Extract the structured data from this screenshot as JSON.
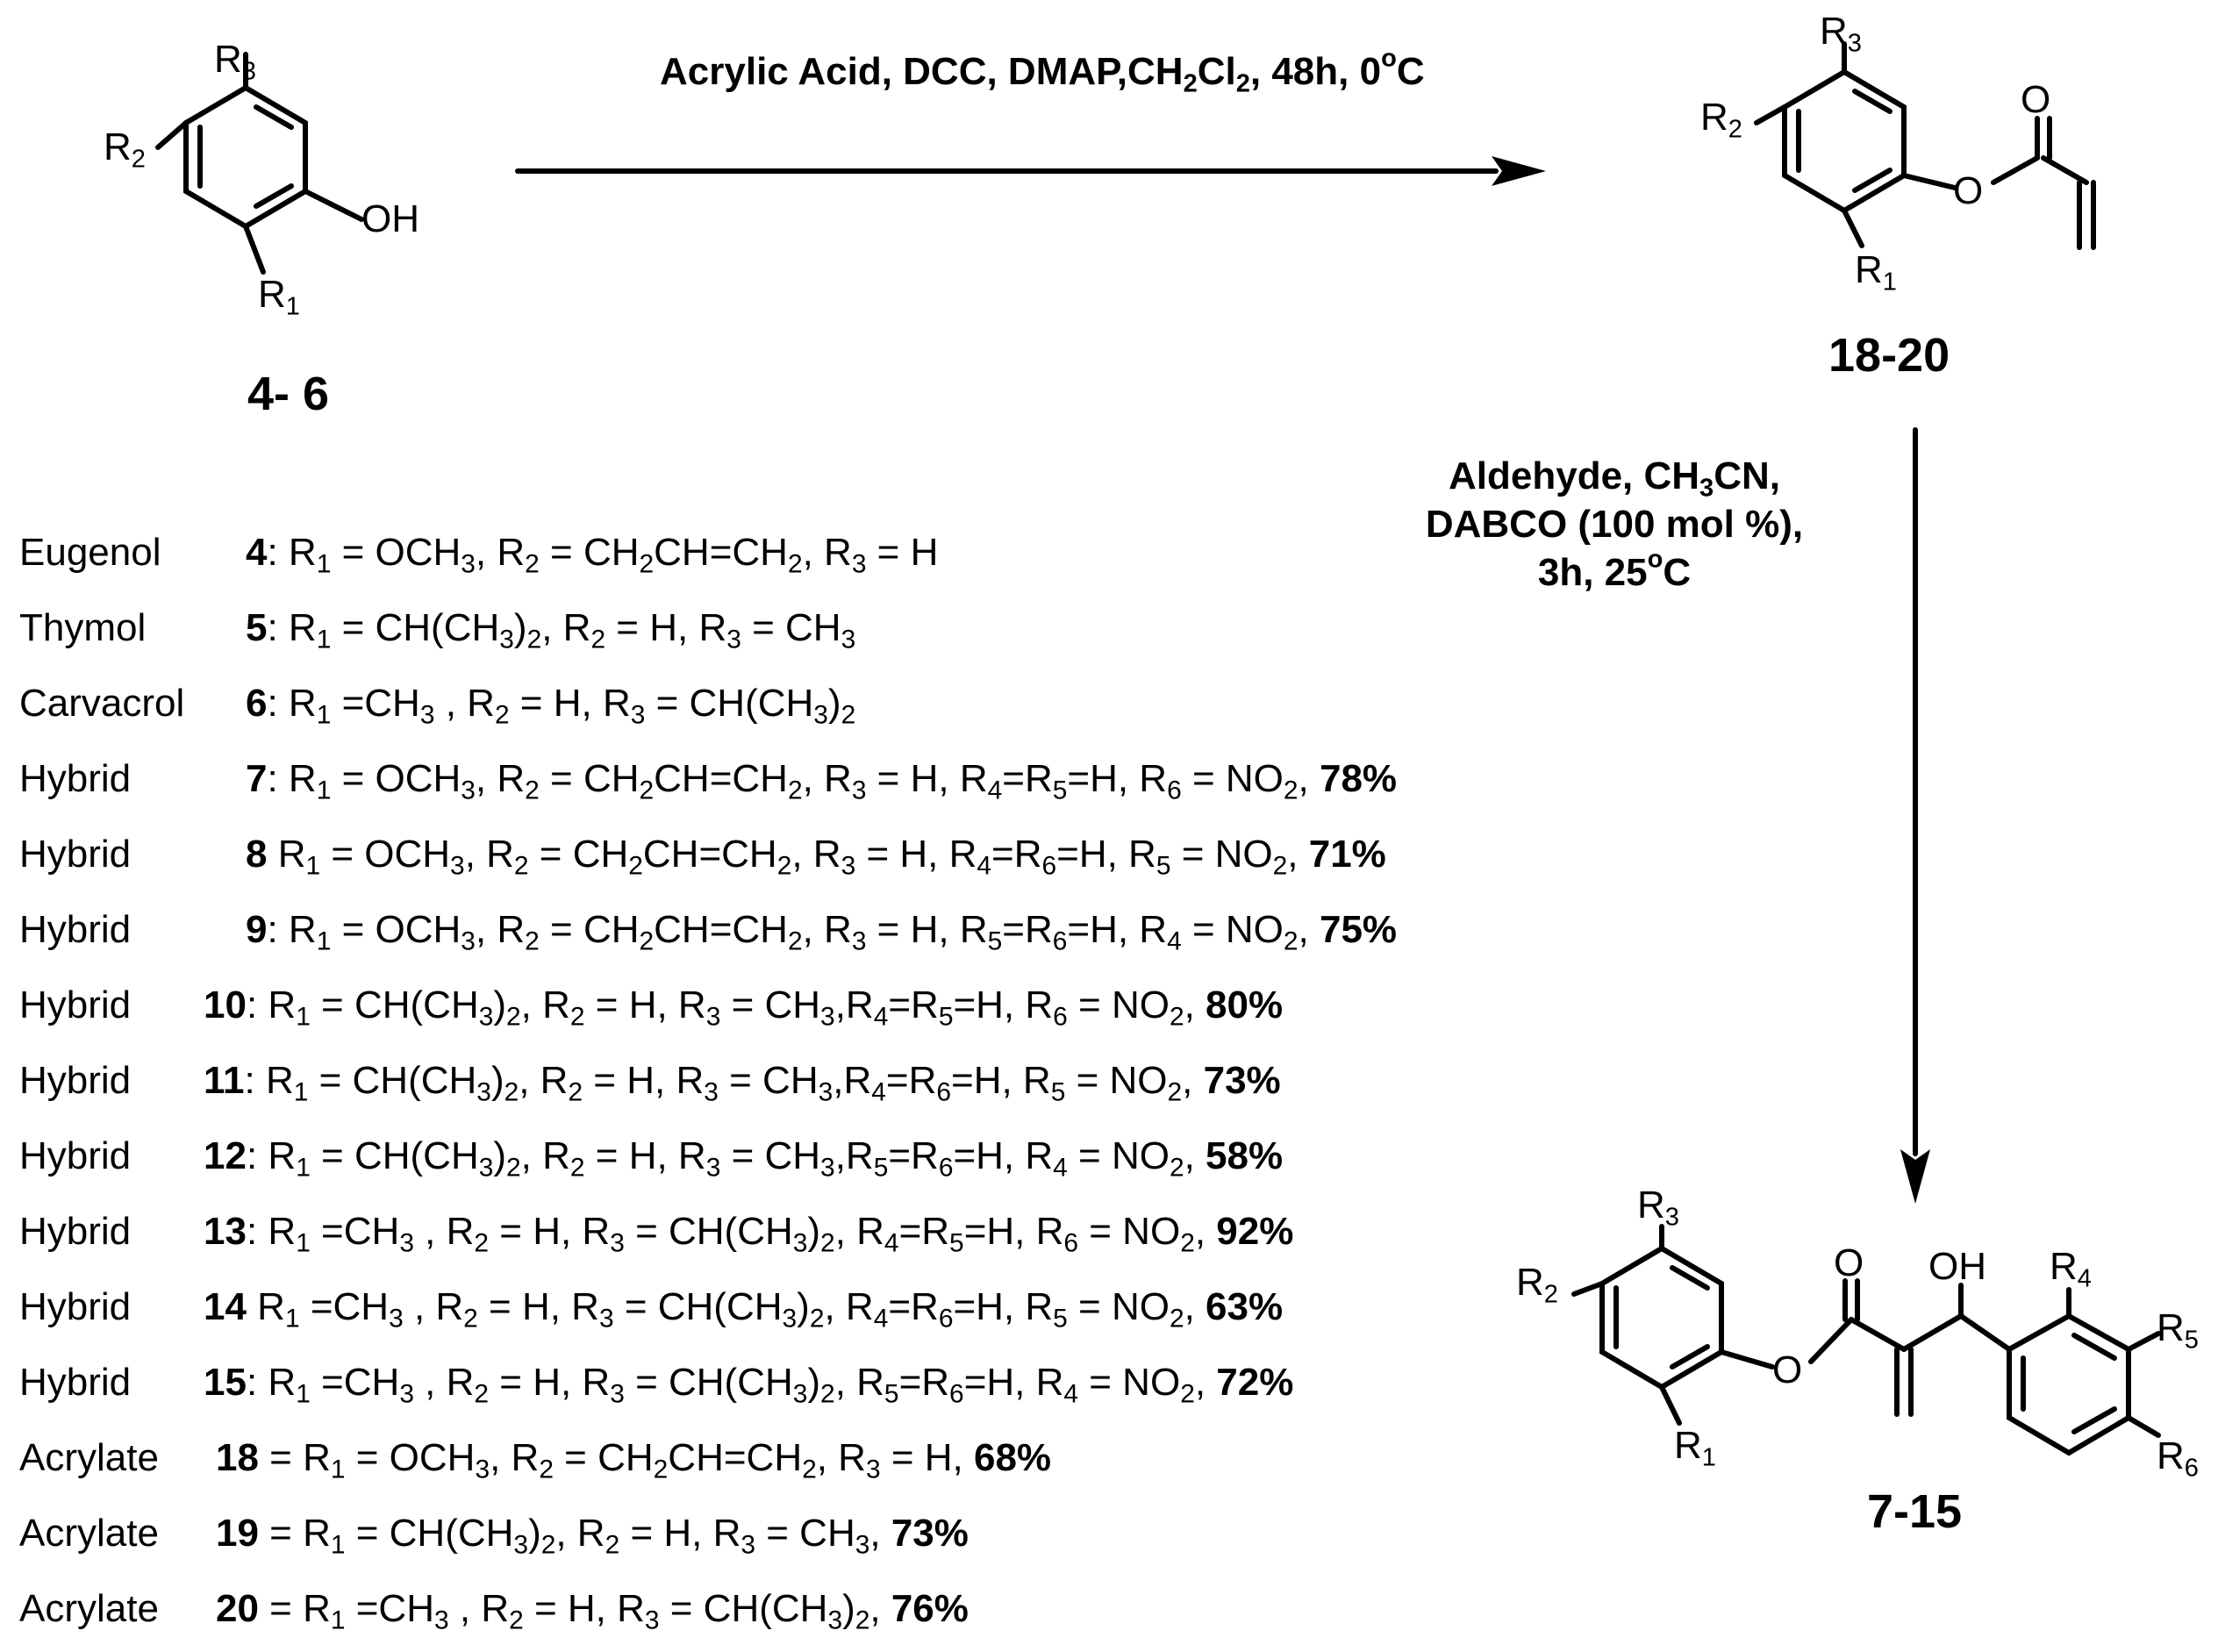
{
  "atoms": {
    "R1": "R1",
    "R2": "R2",
    "R3": "R3",
    "R4": "R4",
    "R5": "R5",
    "R6": "R6",
    "OH": "OH",
    "O": "O"
  },
  "compound_labels": {
    "phenols": "4- 6",
    "acrylates": "18-20",
    "hybrids": "7-15"
  },
  "conditions": {
    "step1": "Acrylic Acid, DCC, DMAP,CH2Cl2, 48h, 0°C",
    "step2_line1": "Aldehyde, CH3CN,",
    "step2_line2": "DABCO (100 mol %),",
    "step2_line3": "3h, 25°C"
  },
  "legend_rows": [
    {
      "name": "Eugenol",
      "id": "4",
      "sep": ":",
      "desc": "R1 = OCH3, R2 = CH2CH=CH2, R3 = H",
      "yield": ""
    },
    {
      "name": "Thymol",
      "id": "5",
      "sep": ":",
      "desc": "R1 = CH(CH3)2, R2 = H, R3 = CH3",
      "yield": ""
    },
    {
      "name": "Carvacrol",
      "id": "6",
      "sep": ":",
      "desc": "R1 =CH3 , R2 = H, R3 = CH(CH3)2",
      "yield": ""
    },
    {
      "name": "Hybrid",
      "id": "7",
      "sep": ":",
      "desc": "R1 = OCH3, R2 = CH2CH=CH2, R3 = H, R4=R5=H, R6 = NO2,",
      "yield": "78%"
    },
    {
      "name": "Hybrid",
      "id": "8",
      "sep": "",
      "desc": "R1 = OCH3, R2 = CH2CH=CH2, R3 = H, R4=R6=H, R5 = NO2,",
      "yield": "71%"
    },
    {
      "name": "Hybrid",
      "id": "9",
      "sep": ":",
      "desc": "R1 = OCH3, R2 = CH2CH=CH2, R3 = H, R5=R6=H, R4 = NO2,",
      "yield": "75%"
    },
    {
      "name": "Hybrid",
      "id": "10",
      "sep": ":",
      "desc": "R1 = CH(CH3)2, R2 = H, R3 = CH3,R4=R5=H, R6 = NO2,",
      "yield": "80%"
    },
    {
      "name": "Hybrid",
      "id": "11",
      "sep": ":",
      "desc": "R1 = CH(CH3)2, R2 = H, R3 = CH3,R4=R6=H, R5 = NO2,",
      "yield": "73%"
    },
    {
      "name": "Hybrid",
      "id": "12",
      "sep": ":",
      "desc": "R1 = CH(CH3)2, R2 = H, R3 = CH3,R5=R6=H, R4 = NO2,",
      "yield": "58%"
    },
    {
      "name": "Hybrid",
      "id": "13",
      "sep": ":",
      "desc": "R1 =CH3 , R2 = H, R3 = CH(CH3)2, R4=R5=H, R6 = NO2,",
      "yield": "92%"
    },
    {
      "name": "Hybrid",
      "id": "14",
      "sep": "",
      "desc": "R1 =CH3 , R2 = H, R3 = CH(CH3)2, R4=R6=H, R5 = NO2,",
      "yield": "63%"
    },
    {
      "name": "Hybrid",
      "id": "15",
      "sep": ":",
      "desc": "R1 =CH3 , R2 = H, R3 = CH(CH3)2, R5=R6=H, R4 = NO2,",
      "yield": "72%"
    },
    {
      "name": "Acrylate",
      "id": "18",
      "sep": " =",
      "desc": "R1 = OCH3, R2 = CH2CH=CH2, R3 = H,",
      "yield": "68%"
    },
    {
      "name": "Acrylate",
      "id": "19",
      "sep": " =",
      "desc": "R1 = CH(CH3)2, R2 = H, R3 = CH3,",
      "yield": "73%"
    },
    {
      "name": "Acrylate",
      "id": "20",
      "sep": " =",
      "desc": "R1 =CH3 , R2 = H, R3 = CH(CH3)2,",
      "yield": "76%"
    }
  ]
}
